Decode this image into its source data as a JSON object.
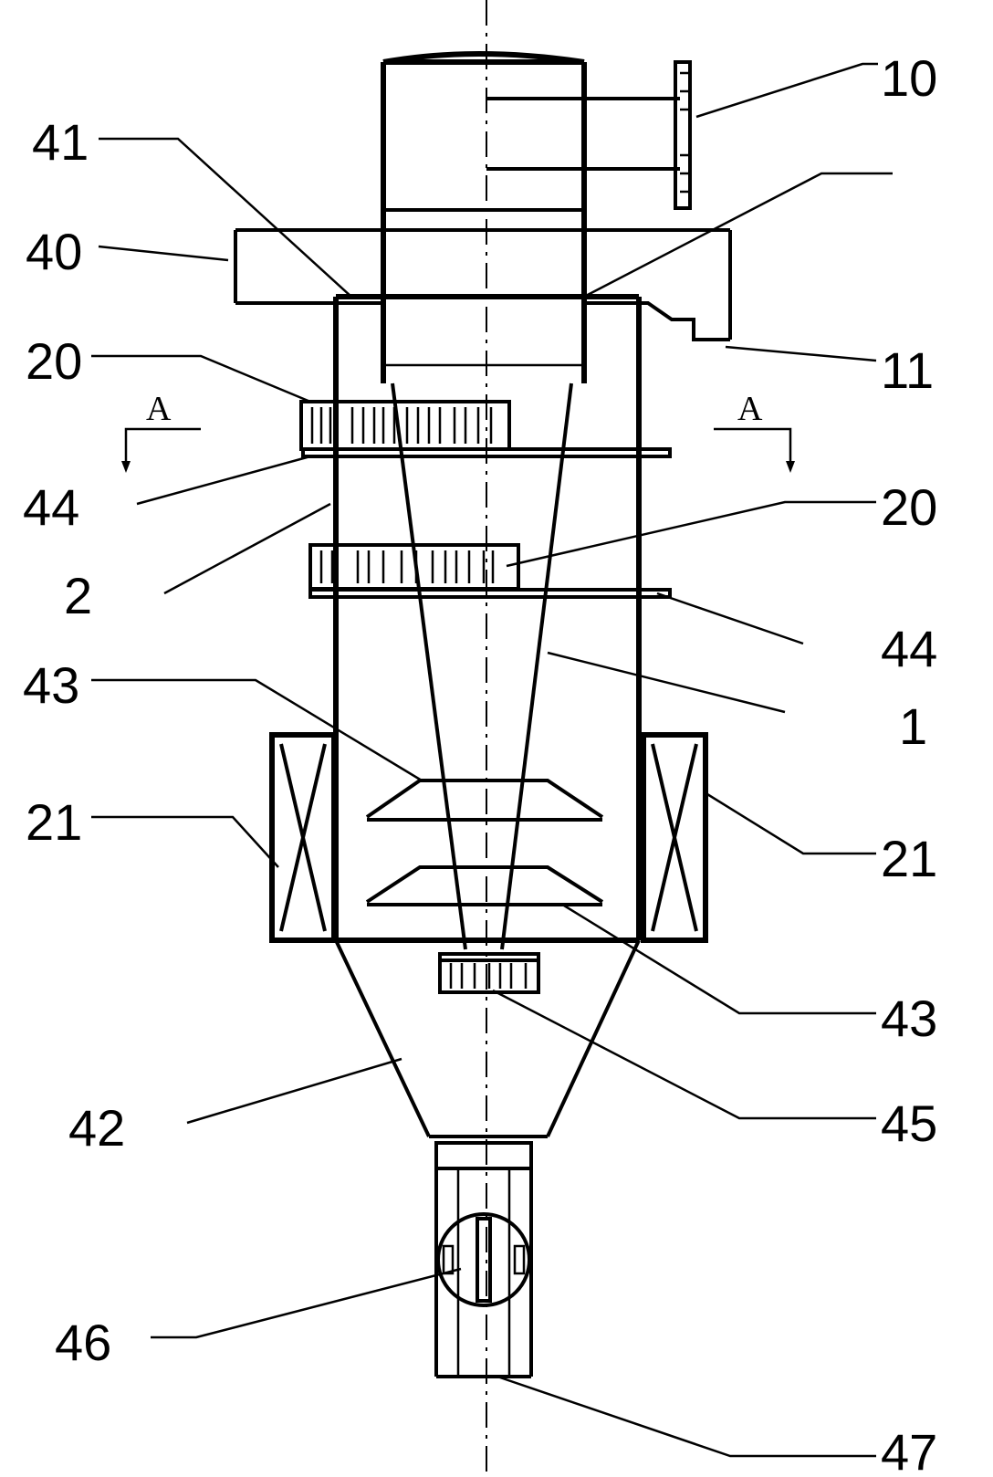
{
  "labels": {
    "l10": "10",
    "l41": "41",
    "l40": "40",
    "l11": "11",
    "l20a": "20",
    "l20b": "20",
    "l44a": "44",
    "l44b": "44",
    "l2": "2",
    "l43a": "43",
    "l43b": "43",
    "l1": "1",
    "l21a": "21",
    "l21b": "21",
    "l42": "42",
    "l45": "45",
    "l46": "46",
    "l47": "47"
  },
  "section_marks": {
    "left": "A",
    "right": "A"
  }
}
